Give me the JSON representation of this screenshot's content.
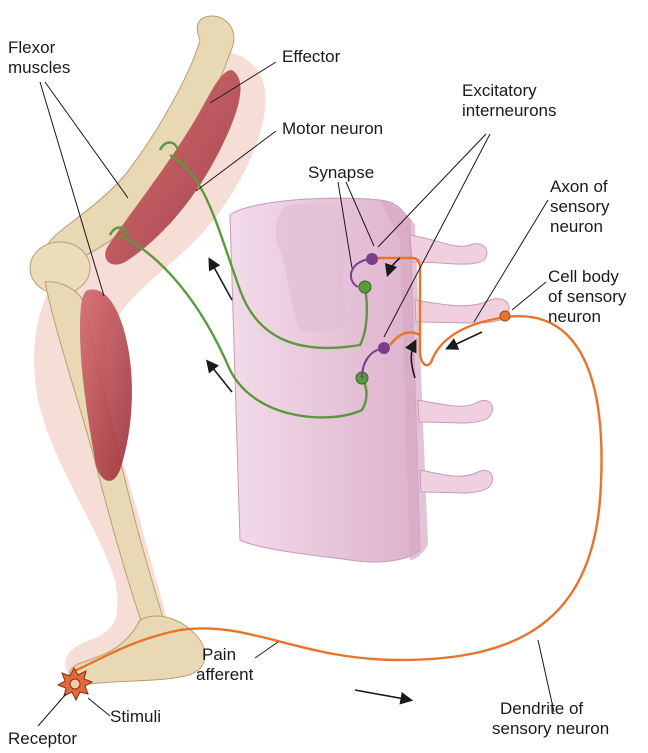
{
  "labels": {
    "flexor_muscles": [
      "Flexor",
      "muscles"
    ],
    "effector": "Effector",
    "motor_neuron": "Motor neuron",
    "excitatory_interneurons": [
      "Excitatory",
      "interneurons"
    ],
    "synapse": "Synapse",
    "axon_of_sensory_neuron": [
      "Axon of",
      "sensory",
      "neuron"
    ],
    "cell_body_of_sensory_neuron": [
      "Cell body",
      "of sensory",
      "neuron"
    ],
    "pain_afferent": [
      "Pain",
      "afferent"
    ],
    "dendrite_of_sensory_neuron": [
      "Dendrite of",
      "sensory neuron"
    ],
    "receptor": "Receptor",
    "stimuli": "Stimuli"
  },
  "colors": {
    "muscle": "#b8404a",
    "bone": "#e8d8b4",
    "skin": "#f3d3c8",
    "spinal_cord": "#e9c6dc",
    "motor_neuron": "#5a9a3c",
    "sensory_neuron": "#e8742a",
    "interneuron": "#7a3e8c",
    "receptor": "#e06a3a"
  }
}
